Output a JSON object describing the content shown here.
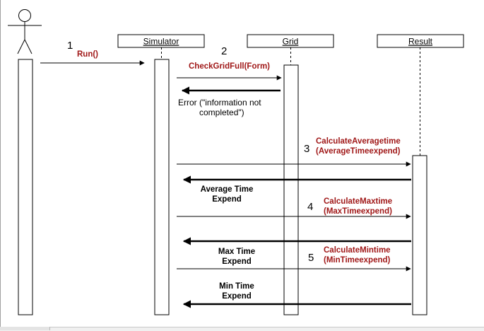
{
  "lifelines": {
    "simulator": "Simulator",
    "grid": "Grid",
    "result": "Result"
  },
  "messages": {
    "step1": "1",
    "run": "Run()",
    "step2": "2",
    "check_grid_full": "CheckGridFull(Form)",
    "error_line1": "Error  (\"information not",
    "error_line2": "completed\")",
    "step3": "3",
    "calc_avg_line1": "CalculateAveragetime",
    "calc_avg_line2": "(AverageTimeexpend)",
    "avg_return_line1": "Average Time",
    "avg_return_line2": "Expend",
    "step4": "4",
    "calc_max_line1": "CalculateMaxtime",
    "calc_max_line2": "(MaxTimeexpend)",
    "max_return_line1": "Max Time",
    "max_return_line2": "Expend",
    "step5": "5",
    "calc_min_line1": "CalculateMintime",
    "calc_min_line2": "(MinTimeexpend)",
    "min_return_line1": "Min Time",
    "min_return_line2": "Expend"
  },
  "colors": {
    "message_label": "#a01818",
    "line": "#000000"
  }
}
